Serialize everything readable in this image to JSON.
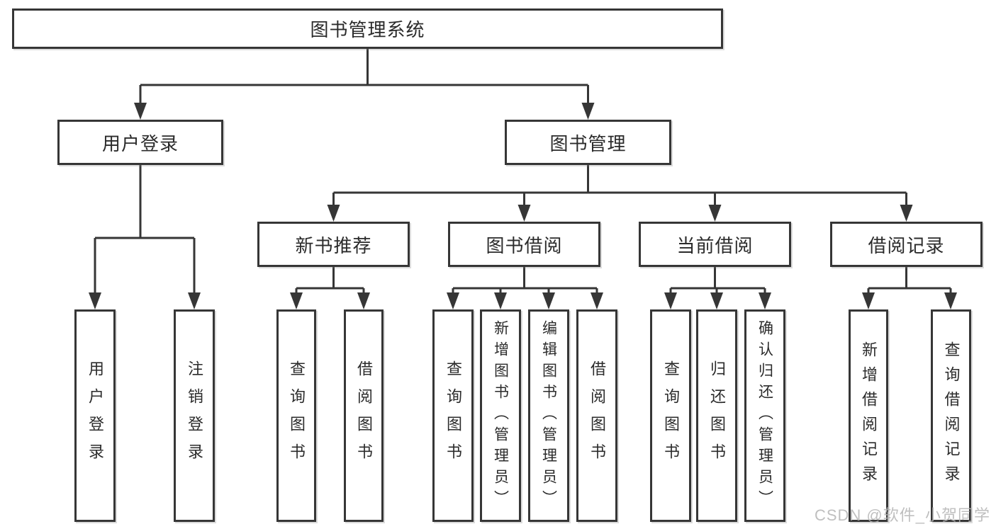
{
  "diagram": {
    "root": {
      "label": "图书管理系统"
    },
    "branches": [
      {
        "label": "用户登录",
        "children": [
          {
            "label": "用户登录"
          },
          {
            "label": "注销登录"
          }
        ]
      },
      {
        "label": "图书管理",
        "children": [
          {
            "label": "新书推荐",
            "children": [
              {
                "label": "查询图书"
              },
              {
                "label": "借阅图书"
              }
            ]
          },
          {
            "label": "图书借阅",
            "children": [
              {
                "label": "查询图书"
              },
              {
                "label": "新增图书（管理员）"
              },
              {
                "label": "编辑图书（管理员）"
              },
              {
                "label": "借阅图书"
              }
            ]
          },
          {
            "label": "当前借阅",
            "children": [
              {
                "label": "查询图书"
              },
              {
                "label": "归还图书"
              },
              {
                "label": "确认归还（管理员）"
              }
            ]
          },
          {
            "label": "借阅记录",
            "children": [
              {
                "label": "新增借阅记录"
              },
              {
                "label": "查询借阅记录"
              }
            ]
          }
        ]
      }
    ],
    "colors": {
      "line": "#363636",
      "text": "#2b2b2b",
      "background": "#ffffff",
      "watermark": "#b5b5b5"
    }
  },
  "watermark": {
    "text": "CSDN @软件_小贺同学"
  }
}
